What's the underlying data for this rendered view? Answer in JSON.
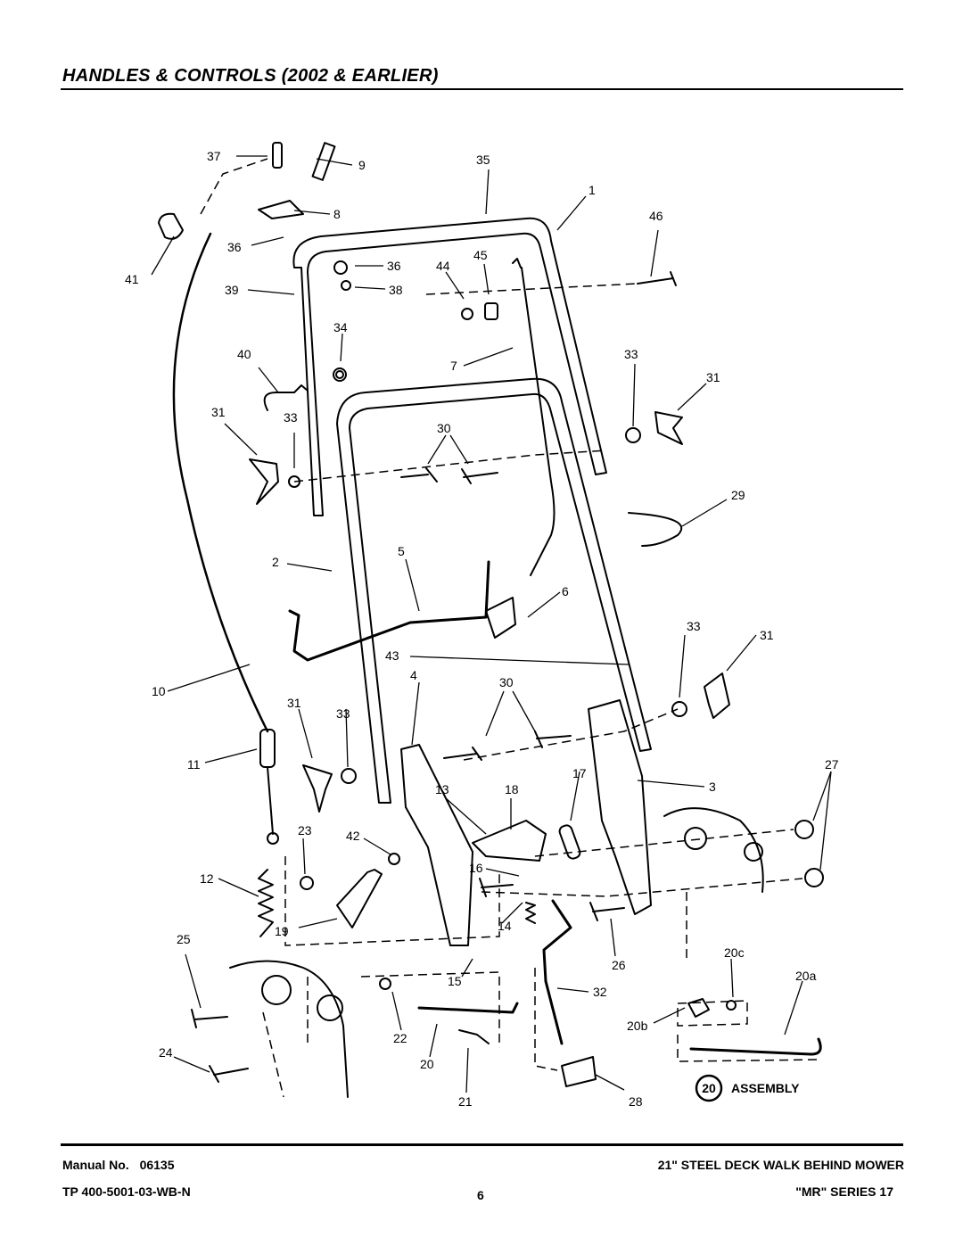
{
  "header": {
    "title": "HANDLES & CONTROLS (2002 & EARLIER)"
  },
  "callouts": [
    "37",
    "9",
    "35",
    "1",
    "8",
    "46",
    "36",
    "36",
    "45",
    "44",
    "41",
    "39",
    "38",
    "34",
    "40",
    "7",
    "33",
    "31",
    "31",
    "33",
    "30",
    "29",
    "2",
    "5",
    "6",
    "33",
    "31",
    "43",
    "10",
    "4",
    "30",
    "31",
    "33",
    "11",
    "27",
    "17",
    "13",
    "18",
    "3",
    "23",
    "42",
    "12",
    "16",
    "25",
    "19",
    "14",
    "20c",
    "20a",
    "15",
    "26",
    "32",
    "20b",
    "22",
    "24",
    "20",
    "21",
    "28"
  ],
  "assembly": {
    "number": "20",
    "label": "ASSEMBLY"
  },
  "footer": {
    "manual_label": "Manual No.",
    "manual_number": "06135",
    "tp_number": "TP 400-5001-03-WB-N",
    "page": "6",
    "product": "21\" STEEL DECK WALK BEHIND MOWER",
    "series": "\"MR\" SERIES 17"
  }
}
